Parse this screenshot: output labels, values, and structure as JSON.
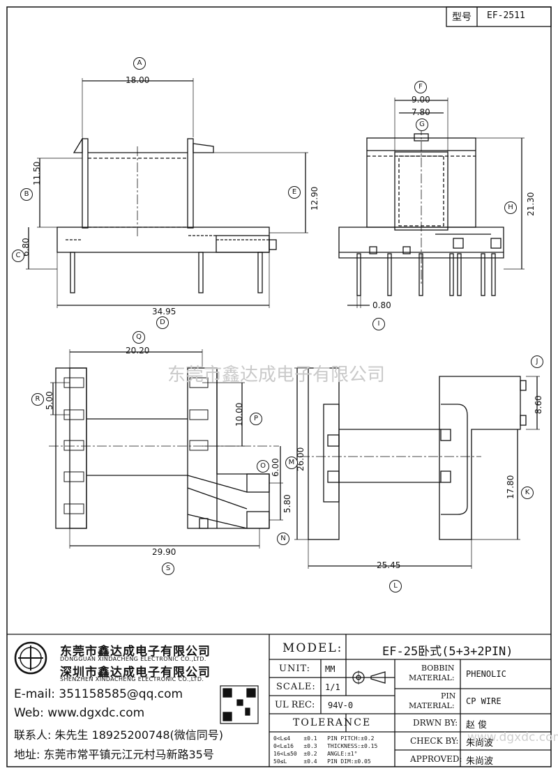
{
  "header": {
    "model_label": "型号",
    "model_value": "EF-2511"
  },
  "drawing": {
    "circle_labels": [
      "A",
      "B",
      "C",
      "D",
      "E",
      "F",
      "G",
      "H",
      "I",
      "J",
      "K",
      "L",
      "M",
      "N",
      "P",
      "Q",
      "R",
      "S",
      "O"
    ],
    "dims": {
      "A": "18.00",
      "B": "11.50",
      "C": "6.80",
      "D": "34.95",
      "E": "12.90",
      "F": "9.00",
      "G": "7.80",
      "H": "21.30",
      "I": "0.80",
      "Q": "20.20",
      "R": "5.00",
      "P": "10.00",
      "O": "6.00",
      "M": "26.00",
      "N": "5.80",
      "S": "29.90",
      "J": "8.60",
      "K": "17.80",
      "L": "25.45"
    }
  },
  "watermark": {
    "text": "东莞市鑫达成电子有限公司",
    "corner_text": "www.dgxdc.com"
  },
  "company": {
    "name_1": "东莞市鑫达成电子有限公司",
    "name_1_en": "DONGGUAN XINDACHENG ELECTRONIC CO.,LTD.",
    "name_2": "深圳市鑫达成电子有限公司",
    "name_2_en": "SHENZHEN XINDACHENG ELECTRONIC CO.,LTD.",
    "email": "E-mail: 351158585@qq.com",
    "web": "Web: www.dgxdc.com",
    "contact": "联系人: 朱先生 18925200748(微信同号)",
    "address": "地址: 东莞市常平镇元江元村马新路35号"
  },
  "titleblock": {
    "model_label": "MODEL:",
    "model_value": "EF-25卧式(5+3+2PIN)",
    "unit_label": "UNIT:",
    "unit_value": "MM",
    "scale_label": "SCALE:",
    "scale_value": "1/1",
    "ulrec_label": "UL REC:",
    "ulrec_value": "94V-0",
    "tolerance_label": "TOLERANCE",
    "tol_rows": [
      "0<L≤4    ±0.1   PIN PITCH:±0.2",
      "0<L≤16   ±0.3   THICKNESS:±0.15",
      "16<L≤50  ±0.2   ANGLE:±1°",
      "50≤L     ±0.4   PIN DIM:±0.05"
    ],
    "bobbin_label_1": "BOBBIN",
    "bobbin_label_2": "MATERIAL:",
    "bobbin_value": "PHENOLIC",
    "pin_label_1": "PIN",
    "pin_label_2": "MATERIAL:",
    "pin_value": "CP WIRE",
    "drawn_label": "DRWN BY:",
    "drawn_value": "赵 俊",
    "check_label": "CHECK BY:",
    "check_value": "朱尚波",
    "approved_label": "APPROVED:",
    "approved_value": "朱尚波"
  }
}
